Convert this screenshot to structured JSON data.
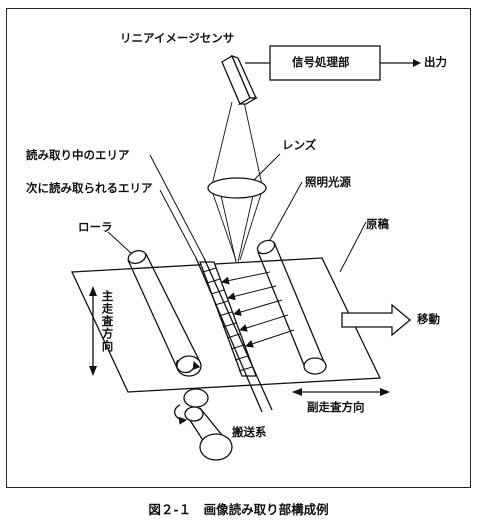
{
  "labels": {
    "sensor": "リニアイメージセンサ",
    "processor": "信号処理部",
    "output": "出力",
    "lens": "レンズ",
    "reading_area": "読み取り中のエリア",
    "next_area": "次に読み取られるエリア",
    "light_source": "照明光源",
    "roller": "ローラ",
    "document": "原稿",
    "main_scan": "主走査方向",
    "move": "移動",
    "transport": "搬送系",
    "sub_scan": "副走査方向"
  },
  "caption": "図２-１　画像読み取り部構成例"
}
